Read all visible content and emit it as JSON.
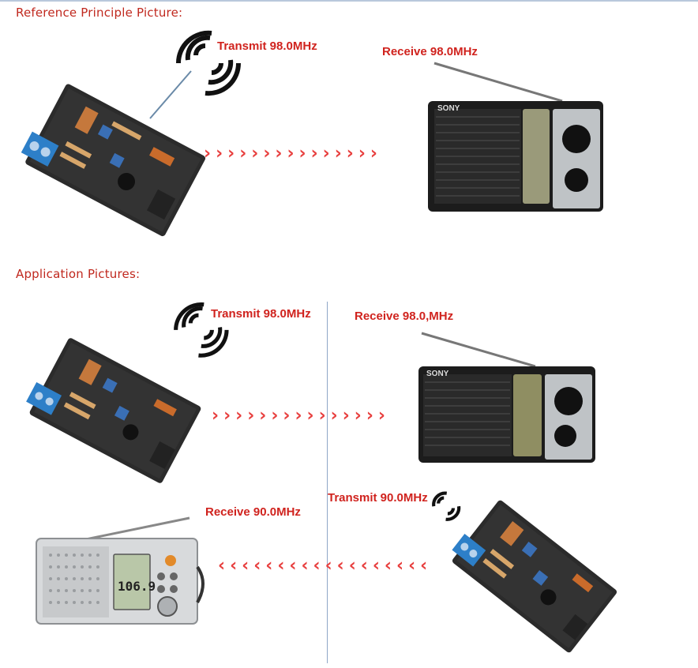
{
  "sections": {
    "reference_title": "Reference Principle Picture:",
    "application_title": "Application Pictures:"
  },
  "labels": {
    "ref_transmit": "Transmit 98.0MHz",
    "ref_receive": "Receive 98.0MHz",
    "app_transmit_1": "Transmit 98.0MHz",
    "app_receive_1": "Receive 98.0,MHz",
    "app_transmit_2": "Transmit 90.0MHz",
    "app_receive_2": "Receive 90.0MHz"
  },
  "radio": {
    "brand": "SONY",
    "digital_display": "106.9"
  },
  "arrows": {
    "right": "›››››››››››››››",
    "left": "‹‹‹‹‹‹‹‹‹‹‹‹‹‹‹‹‹‹"
  },
  "colors": {
    "label_red": "#d0231e",
    "title_red": "#c0281e",
    "arrow_red": "#e8403f",
    "divider": "#8fa7c7"
  }
}
